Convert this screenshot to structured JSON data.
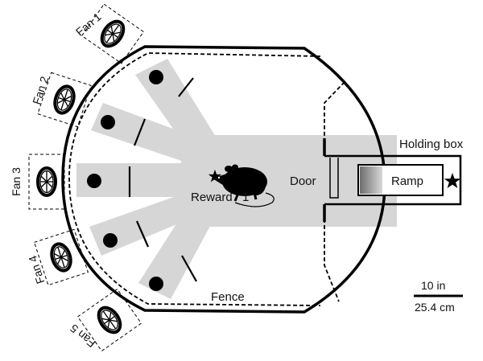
{
  "labels": {
    "fans": [
      "Fan 1",
      "Fan 2",
      "Fan 3",
      "Fan 4",
      "Fan 5"
    ],
    "reward": "Reward",
    "reward_number": "1",
    "door": "Door",
    "ramp": "Ramp",
    "holding_box": "Holding box",
    "fence": "Fence",
    "scale_in": "10 in",
    "scale_cm": "25.4 cm"
  },
  "colors": {
    "corridor": "#d6d6d6",
    "outline": "#000000",
    "ramp_dark": "#6e6e6e",
    "ramp_light": "#d4d4d4"
  },
  "icons": [
    "rat-icon",
    "star-icon",
    "fan-icon"
  ]
}
